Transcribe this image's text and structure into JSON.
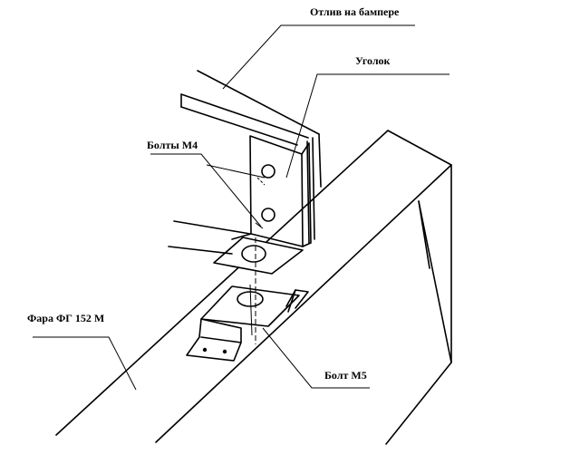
{
  "labels": {
    "bumper_lip": "Отлив на бампере",
    "corner": "Уголок",
    "bolts_m4": "Болты М4",
    "headlight": "Фара ФГ 152 М",
    "bolt_m5": "Болт М5"
  },
  "colors": {
    "line": "#000000",
    "background": "#ffffff"
  }
}
